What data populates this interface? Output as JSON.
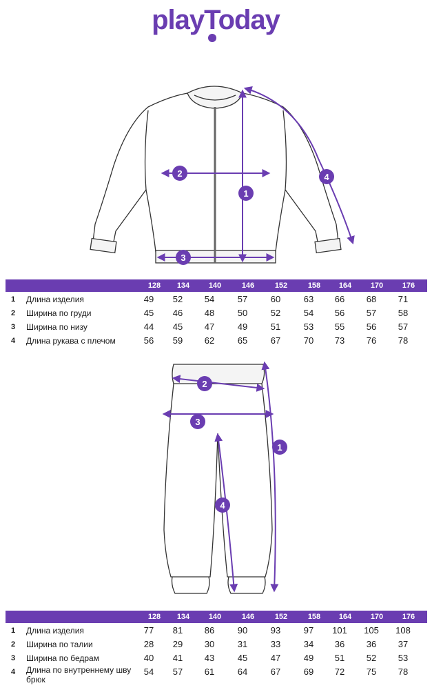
{
  "brand": {
    "name": "playToday",
    "accent": "#6a3db1"
  },
  "sizes": [
    "128",
    "134",
    "140",
    "146",
    "152",
    "158",
    "164",
    "170",
    "176"
  ],
  "jacket": {
    "markers": [
      "1",
      "2",
      "3",
      "4"
    ],
    "rows": [
      {
        "num": "1",
        "label": "Длина изделия",
        "values": [
          "49",
          "52",
          "54",
          "57",
          "60",
          "63",
          "66",
          "68",
          "71"
        ]
      },
      {
        "num": "2",
        "label": "Ширина по груди",
        "values": [
          "45",
          "46",
          "48",
          "50",
          "52",
          "54",
          "56",
          "57",
          "58"
        ]
      },
      {
        "num": "3",
        "label": "Ширина по низу",
        "values": [
          "44",
          "45",
          "47",
          "49",
          "51",
          "53",
          "55",
          "56",
          "57"
        ]
      },
      {
        "num": "4",
        "label": "Длина рукава с плечом",
        "values": [
          "56",
          "59",
          "62",
          "65",
          "67",
          "70",
          "73",
          "76",
          "78"
        ]
      }
    ]
  },
  "pants": {
    "markers": [
      "1",
      "2",
      "3",
      "4"
    ],
    "rows": [
      {
        "num": "1",
        "label": "Длина изделия",
        "values": [
          "77",
          "81",
          "86",
          "90",
          "93",
          "97",
          "101",
          "105",
          "108"
        ]
      },
      {
        "num": "2",
        "label": "Ширина по талии",
        "values": [
          "28",
          "29",
          "30",
          "31",
          "33",
          "34",
          "36",
          "36",
          "37"
        ]
      },
      {
        "num": "3",
        "label": "Ширина по бедрам",
        "values": [
          "40",
          "41",
          "43",
          "45",
          "47",
          "49",
          "51",
          "52",
          "53"
        ]
      },
      {
        "num": "4",
        "label": "Длина по внутреннему шву брюк",
        "values": [
          "54",
          "57",
          "61",
          "64",
          "67",
          "69",
          "72",
          "75",
          "78"
        ]
      }
    ]
  }
}
